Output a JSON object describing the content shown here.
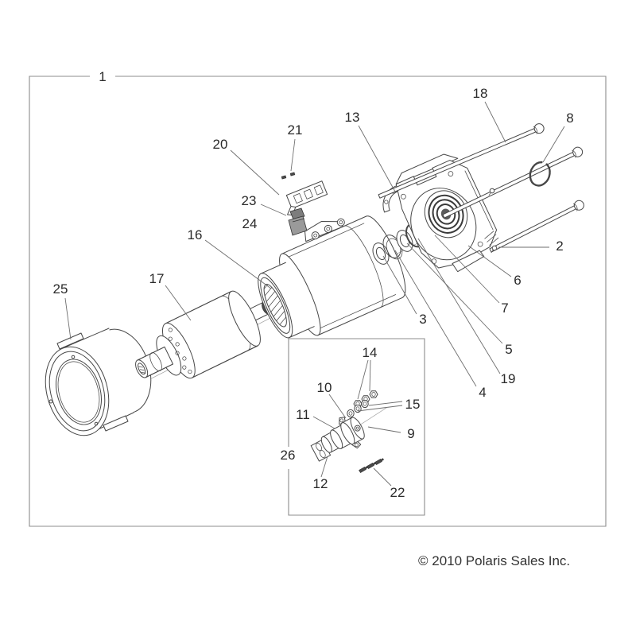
{
  "callouts": [
    {
      "text": "1"
    },
    {
      "text": "2"
    },
    {
      "text": "3"
    },
    {
      "text": "4"
    },
    {
      "text": "5"
    },
    {
      "text": "6"
    },
    {
      "text": "7"
    },
    {
      "text": "8"
    },
    {
      "text": "9"
    },
    {
      "text": "10"
    },
    {
      "text": "11"
    },
    {
      "text": "12"
    },
    {
      "text": "13"
    },
    {
      "text": "14"
    },
    {
      "text": "15"
    },
    {
      "text": "16"
    },
    {
      "text": "17"
    },
    {
      "text": "18"
    },
    {
      "text": "19"
    },
    {
      "text": "20"
    },
    {
      "text": "21"
    },
    {
      "text": "22"
    },
    {
      "text": "23"
    },
    {
      "text": "24"
    },
    {
      "text": "25"
    },
    {
      "text": "26"
    }
  ],
  "copyright": "© 2010 Polaris Sales Inc.",
  "colors": {
    "background": "#ffffff",
    "line_art": "#474747",
    "leader_line": "#6e6e6e",
    "border": "#8c8c8c",
    "label_text": "#2a2a2a"
  }
}
